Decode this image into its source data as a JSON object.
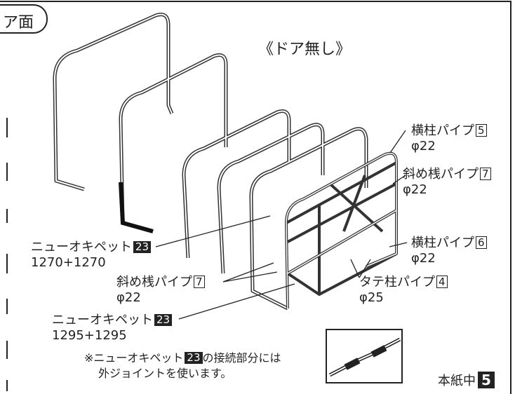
{
  "header": {
    "tab_label": "ア面",
    "title": "《ドア無し》"
  },
  "labels": {
    "yokobashira5": {
      "text": "横柱パイプ",
      "num": "5",
      "dia": "φ22"
    },
    "naname7_top": {
      "text": "斜め桟パイプ",
      "num": "7",
      "dia": "φ22"
    },
    "yokobashira6": {
      "text": "横柱パイプ",
      "num": "6",
      "dia": "φ22"
    },
    "tate4": {
      "text": "タテ柱パイプ",
      "num": "4",
      "dia": "φ25"
    },
    "naname7_bottom": {
      "text": "斜め桟パイプ",
      "num": "7",
      "dia": "φ22"
    },
    "newop1": {
      "text": "ニューオキペット",
      "num": "23",
      "size": "1270+1270"
    },
    "newop2": {
      "text": "ニューオキペット",
      "num": "23",
      "size": "1295+1295"
    }
  },
  "note": {
    "prefix": "※ニューオキペット",
    "num": "23",
    "suffix": "の接続部分には",
    "line2": "外ジョイントを使います。"
  },
  "footer": {
    "text": "本紙中",
    "num": "5"
  }
}
